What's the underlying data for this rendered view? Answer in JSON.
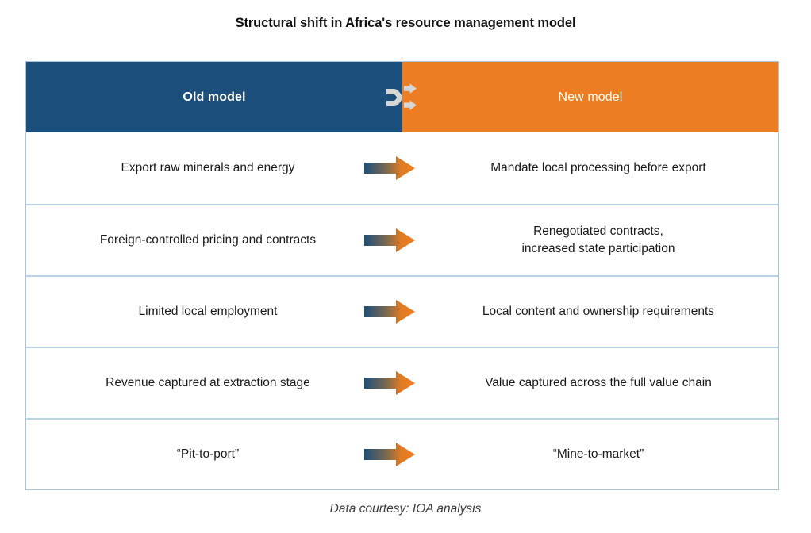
{
  "title": "Structural shift in Africa's resource management model",
  "header": {
    "old_label": "Old model",
    "new_label": "New model",
    "transition_icon": "shuffle-icon",
    "old_color": "#1d4f7c",
    "new_color": "#ed7d22"
  },
  "rows": [
    {
      "old": "Export raw minerals and energy",
      "arrow_icon": "right-arrow-icon",
      "new": "Mandate local processing before export"
    },
    {
      "old": "Foreign-controlled pricing and contracts",
      "arrow_icon": "right-arrow-icon",
      "new": "Renegotiated contracts,\nincreased state participation"
    },
    {
      "old": "Limited local employment",
      "arrow_icon": "right-arrow-icon",
      "new": "Local content and ownership requirements"
    },
    {
      "old": "Revenue captured at extraction stage",
      "arrow_icon": "right-arrow-icon",
      "new": "Value captured across the full value chain"
    },
    {
      "old": "“Pit-to-port”",
      "arrow_icon": "right-arrow-icon",
      "new": "“Mine-to-market”"
    }
  ],
  "footer": "Data courtesy: IOA analysis",
  "colors": {
    "navy": "#1d4f7c",
    "orange": "#ed7d22",
    "border": "#a8c3da",
    "divider": "#bcd2e5",
    "icon_gray": "#d4d4d4"
  }
}
